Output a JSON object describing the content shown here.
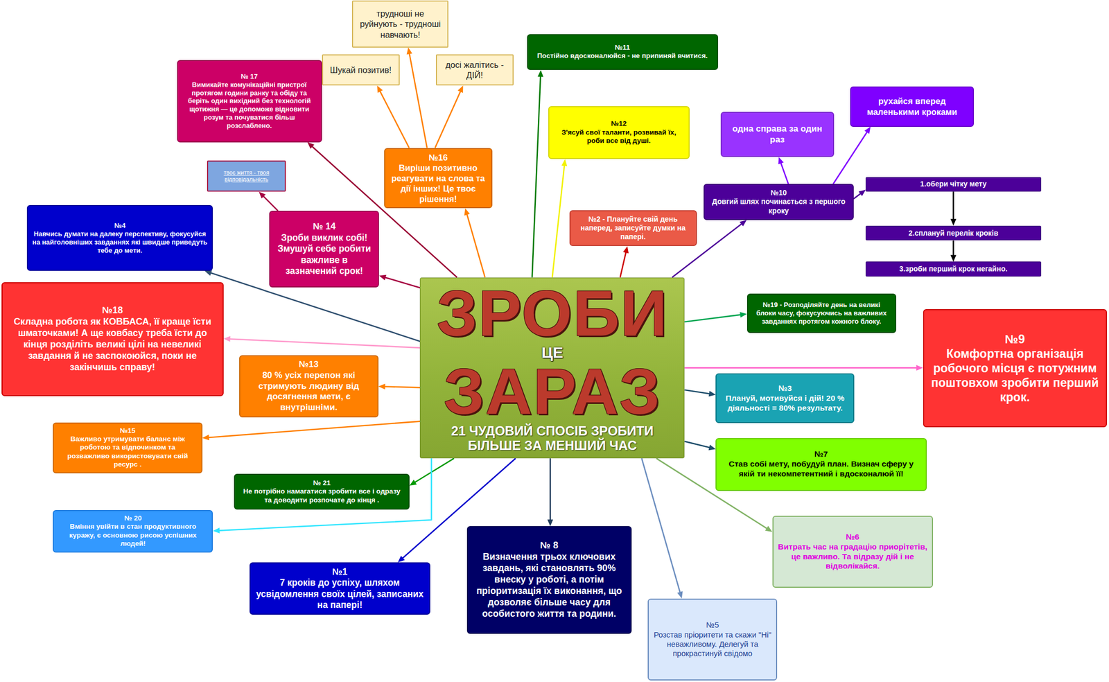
{
  "diagram": {
    "nodes": [
      {
        "text": [
          "ЗРОБИ",
          "ЦЕ",
          "ЗАРАЗ",
          "21 ЧУДОВИЙ СПОСІБ ЗРОБИТИ БІЛЬШЕ ЗА МЕНШИЙ ЧАС"
        ]
      },
      {
        "text": [
          "№ 17",
          "Вимикайте комунікаційні пристрої протягом години ранку та обіду та беріть один вихідний без технологій щотижня — це допоможе відновити розум та почуватися більш розслаблено."
        ]
      },
      {
        "text": [
          "трудноші не руйнують - трудноші навчають!"
        ]
      },
      {
        "text": [
          "Шукай позитив!"
        ]
      },
      {
        "text": [
          "досі жалітись - ДІЙ!"
        ]
      },
      {
        "text": [
          "№11",
          "Постійно вдосконалюйся - не припиняй вчитися."
        ]
      },
      {
        "text": [
          "№12",
          "З'ясуй свої таланти, розвивай їх, роби все від душі."
        ]
      },
      {
        "text": [
          "№16",
          "Виріши позитивно реагувати на слова та дії інших! Це твоє рішення!"
        ]
      },
      {
        "text": [
          "твоє життя - твоя відповідальність"
        ]
      },
      {
        "text": [
          "одна справа за один раз"
        ]
      },
      {
        "text": [
          "рухайся вперед маленькими кроками"
        ]
      },
      {
        "text": [
          "№10",
          "Довгий шлях починається з першого кроку"
        ]
      },
      {
        "text": [
          "1.обери чітку мету"
        ]
      },
      {
        "text": [
          "2.сплануй перелік кроків"
        ]
      },
      {
        "text": [
          "3.зроби перший крок негайно."
        ]
      },
      {
        "text": [
          "№4",
          "Навчись думати на далеку перспективу, фокусуйся на найголовніших завданнях які швидше приведуть тебе до мети."
        ]
      },
      {
        "text": [
          "№ 14",
          "Зроби виклик собі! Змушуй себе робити важливе в зазначений срок!"
        ]
      },
      {
        "text": [
          "№2 - Плануйте свій день наперед, записуйте думки на папері."
        ]
      },
      {
        "text": [
          "№18",
          "Складна робота як КОВБАСА, її краще їсти шматочками! А ще ковбасу треба їсти до кінця розділіть великі цілі на невеликі завдання й не заспокоюйся, поки не закінчишь справу!"
        ]
      },
      {
        "text": [
          "№19 - Розподіляйте день на великі блоки часу, фокусуючись на важливих завданнях протягом кожного блоку."
        ]
      },
      {
        "text": [
          "№9",
          "Комфортна організація робочого місця є потужним поштовхом зробити перший крок."
        ]
      },
      {
        "text": [
          "№13",
          "80 % усіх перепон які стримують людину від досягнення мети, є внутрішніми."
        ]
      },
      {
        "text": [
          "№3",
          "Плануй, мотивуйся і дій! 20 % діяльності = 80% результату."
        ]
      },
      {
        "text": [
          "№15",
          "Важливо утримувати баланс між роботою та відпочинком та розважливо використовувати свій ресурс ."
        ]
      },
      {
        "text": [
          "№7",
          "Став собі мету, побудуй план. Визнач сферу у якій ти некомпетентний і вдосконалюй її!"
        ]
      },
      {
        "text": [
          "№ 21",
          "Не потрібно намагатися зробити все і одразу та доводити розпочате до кінця ."
        ]
      },
      {
        "text": [
          "№ 20",
          "Вміння увійти в стан продуктивного куражу, є основною рисою успішних людей!"
        ]
      },
      {
        "text": [
          "№ 8",
          "Визначення трьох ключових завдань, які становлять 90% внеску у роботі, а потім пріоритизація їх виконання, що дозволяє більше часу для особистого життя та родини."
        ]
      },
      {
        "text": [
          "№6",
          "Витрать час на градацію приорітетів, це важливо. Та відразу дій і не відволікайся."
        ]
      },
      {
        "text": [
          "№1",
          "7 кроків до успіху, шляхом усвідомлення своїх цілей, записаних на папері!"
        ]
      },
      {
        "text": [
          "№5",
          "Розстав пріоритети та скажи \"Ні\" неважливому. Делегуй та прокрастинуй свідомо"
        ]
      }
    ],
    "edges": [
      {
        "from": 0,
        "to": 1,
        "arrow": "to"
      },
      {
        "from": 7,
        "to": 2,
        "arrow": "to"
      },
      {
        "from": 7,
        "to": 3,
        "arrow": "to"
      },
      {
        "from": 7,
        "to": 4,
        "arrow": "to"
      },
      {
        "from": 0,
        "to": 5,
        "arrow": "to"
      },
      {
        "from": 0,
        "to": 6,
        "arrow": "to"
      },
      {
        "from": 0,
        "to": 7,
        "arrow": "to"
      },
      {
        "from": 16,
        "to": 8,
        "arrow": "to"
      },
      {
        "from": 11,
        "to": 9,
        "arrow": "to"
      },
      {
        "from": 11,
        "to": 10,
        "arrow": "to"
      },
      {
        "from": 11,
        "to": 12,
        "arrow": "to"
      },
      {
        "from": 12,
        "to": 13,
        "arrow": "to"
      },
      {
        "from": 13,
        "to": 14,
        "arrow": "to"
      },
      {
        "from": 0,
        "to": 11,
        "arrow": "to"
      },
      {
        "from": 0,
        "to": 15,
        "arrow": "to"
      },
      {
        "from": 0,
        "to": 16,
        "arrow": "to"
      },
      {
        "from": 0,
        "to": 17,
        "arrow": "to"
      },
      {
        "from": 0,
        "to": 18,
        "arrow": "to"
      },
      {
        "from": 0,
        "to": 19,
        "arrow": "to"
      },
      {
        "from": 0,
        "to": 20,
        "arrow": "to"
      },
      {
        "from": 0,
        "to": 21,
        "arrow": "to"
      },
      {
        "from": 0,
        "to": 22,
        "arrow": "to"
      },
      {
        "from": 0,
        "to": 23,
        "arrow": "to"
      },
      {
        "from": 0,
        "to": 24,
        "arrow": "to"
      },
      {
        "from": 0,
        "to": 25,
        "arrow": "to"
      },
      {
        "from": 0,
        "to": 26,
        "arrow": "to"
      },
      {
        "from": 0,
        "to": 27,
        "arrow": "to"
      },
      {
        "from": 0,
        "to": 28,
        "arrow": "to"
      },
      {
        "from": 0,
        "to": 29,
        "arrow": "to"
      },
      {
        "from": 0,
        "to": 30,
        "arrow": "to"
      }
    ]
  }
}
